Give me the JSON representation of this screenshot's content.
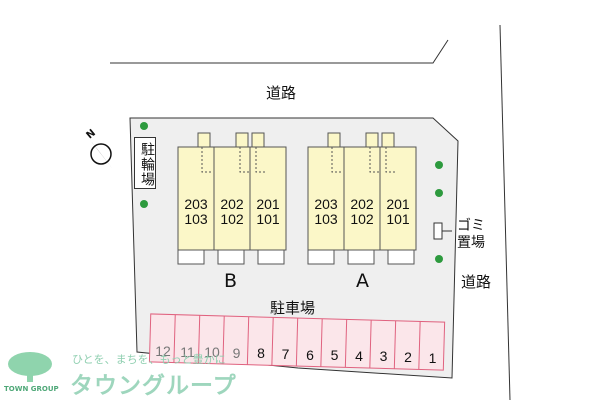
{
  "roads": {
    "top": "道路",
    "right": "道路"
  },
  "bike_parking": "駐輪場",
  "garbage": "ゴミ置場",
  "compass": "N",
  "parking_label": "駐車場",
  "buildings": [
    {
      "name": "B",
      "units": [
        "203\n103",
        "202\n102",
        "201\n101"
      ]
    },
    {
      "name": "A",
      "units": [
        "203\n103",
        "202\n102",
        "201\n101"
      ]
    }
  ],
  "parking_spaces": [
    "12",
    "11",
    "10",
    "9",
    "8",
    "7",
    "6",
    "5",
    "4",
    "3",
    "2",
    "1"
  ],
  "logo": {
    "tagline": "ひとを、まちを、もっと豊かに",
    "brand": "タウングループ",
    "small": "TOWN GROUP"
  },
  "colors": {
    "lot": "#efefef",
    "building": "#fbf7c8",
    "parking": "#fbe6ea",
    "parking_line": "#e0627f",
    "tree": "#2d9a3e"
  }
}
